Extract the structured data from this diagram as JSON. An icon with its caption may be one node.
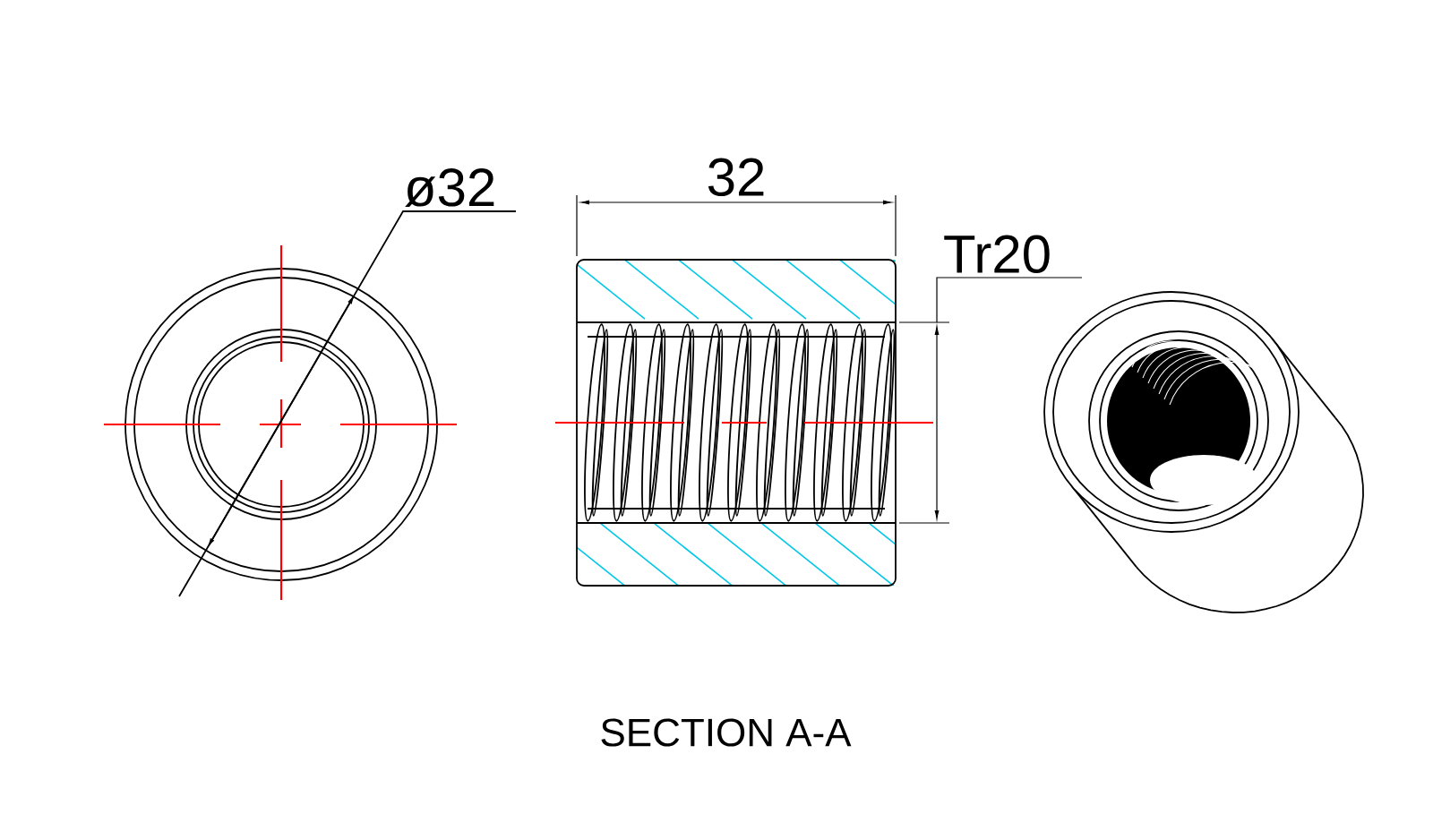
{
  "diagram": {
    "caption": "SECTION A-A",
    "labels": [
      "ø32",
      "32",
      "Tr20"
    ]
  }
}
